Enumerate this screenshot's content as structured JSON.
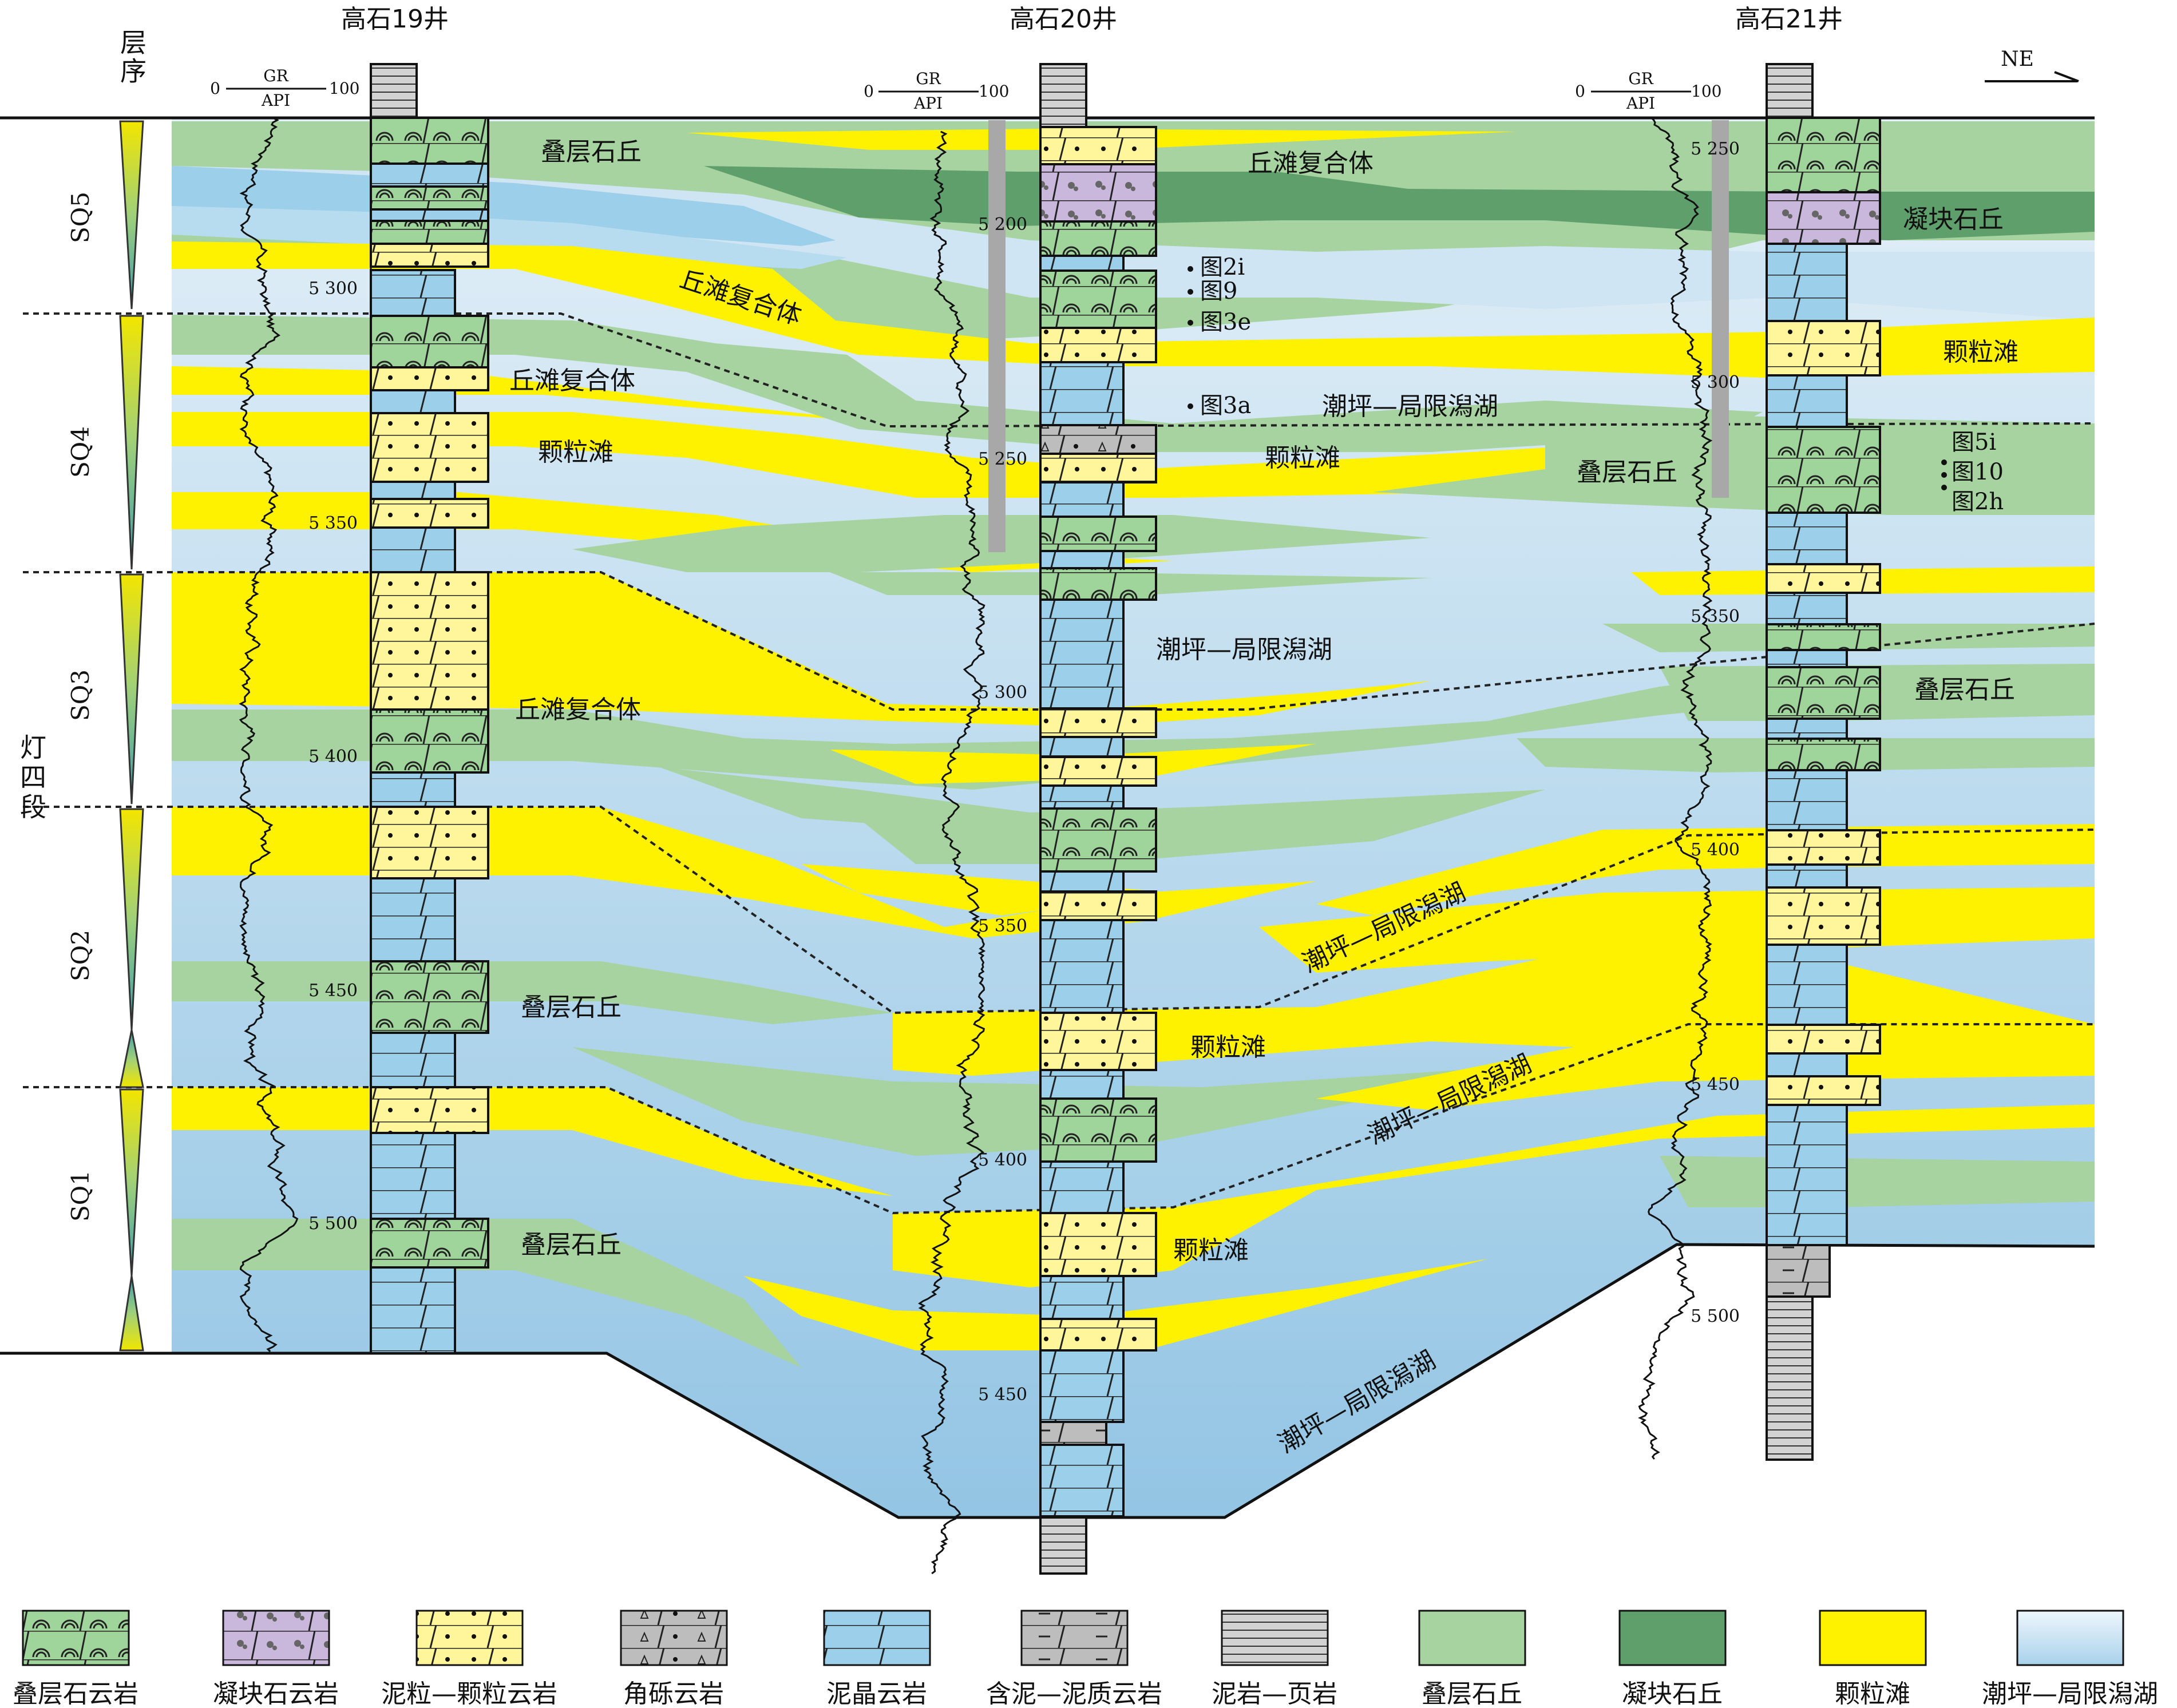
{
  "wells": [
    {
      "name": "高石19井"
    },
    {
      "name": "高石20井"
    },
    {
      "name": "高石21井"
    }
  ],
  "direction": "NE",
  "column_header": "层序",
  "formation": "灯四段",
  "sequences": [
    "SQ5",
    "SQ4",
    "SQ3",
    "SQ2",
    "SQ1"
  ],
  "gr_log": {
    "label_top": "GR",
    "label_bottom": "API",
    "min": "0",
    "max": "100"
  },
  "depth_ticks": {
    "gs19": [
      "5 300",
      "5 350",
      "5 400",
      "5 450",
      "5 500"
    ],
    "gs20": [
      "5 200",
      "5 250",
      "5 300",
      "5 350",
      "5 400",
      "5 450"
    ],
    "gs21": [
      "5 250",
      "5 300",
      "5 350",
      "5 400",
      "5 450",
      "5 500"
    ]
  },
  "facies_labels": [
    "叠层石丘",
    "丘滩复合体",
    "丘滩复合体",
    "颗粒滩",
    "丘滩复合体",
    "叠层石丘",
    "叠层石丘",
    "丘滩复合体",
    "潮坪—局限潟湖",
    "颗粒滩",
    "潮坪—局限潟湖",
    "潮坪—局限潟湖",
    "颗粒滩",
    "潮坪—局限潟湖",
    "颗粒滩",
    "潮坪—局限潟湖",
    "凝块石丘",
    "颗粒滩",
    "叠层石丘",
    "叠层石丘"
  ],
  "sample_markers": [
    "图2i",
    "图9",
    "图3e",
    "图3a",
    "图5i",
    "图10",
    "图2h"
  ],
  "legend": [
    {
      "label": "叠层石云岩",
      "swatch": "stromatolite-dolomite"
    },
    {
      "label": "凝块石云岩",
      "swatch": "thrombolite-dolomite"
    },
    {
      "label": "泥粒—颗粒云岩",
      "swatch": "grainstone-dolomite"
    },
    {
      "label": "角砾云岩",
      "swatch": "breccia-dolomite"
    },
    {
      "label": "泥晶云岩",
      "swatch": "micrite-dolomite"
    },
    {
      "label": "含泥—泥质云岩",
      "swatch": "argillaceous-dolomite"
    },
    {
      "label": "泥岩—页岩",
      "swatch": "mudstone-shale"
    },
    {
      "label": "叠层石丘",
      "swatch": "stromatolite-mound"
    },
    {
      "label": "凝块石丘",
      "swatch": "thrombolite-mound"
    },
    {
      "label": "颗粒滩",
      "swatch": "grain-shoal"
    },
    {
      "label": "潮坪—局限潟湖",
      "swatch": "tidal-flat-lagoon"
    }
  ],
  "colors": {
    "stromatolite_mound": "#a6d3a0",
    "thrombolite_mound": "#5f9f6c",
    "grain_shoal": "#fff200",
    "lagoon_light": "#dcecf6",
    "lagoon_dark": "#9fcbe6",
    "micrite": "#9ccfea",
    "thrombolite_rock": "#c9b8dc",
    "breccia": "#b5b5b5",
    "shale": "#bdbdbd"
  }
}
